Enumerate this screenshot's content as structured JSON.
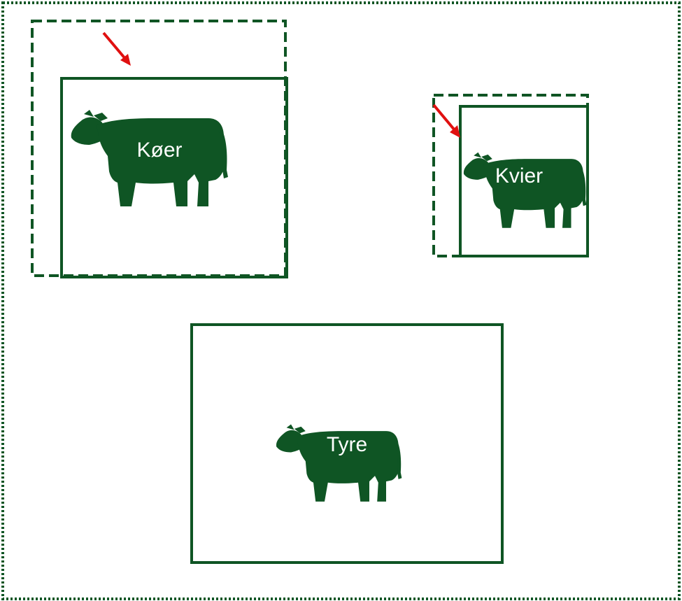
{
  "colors": {
    "primary": "#0f5524",
    "arrow": "#e01010",
    "label_text": "#ffffff",
    "background": "#ffffff"
  },
  "groups": [
    {
      "id": "koer",
      "label": "Køer",
      "icon": "cow-icon",
      "has_previous_outline": true,
      "has_arrow": true
    },
    {
      "id": "kvier",
      "label": "Kvier",
      "icon": "heifer-icon",
      "has_previous_outline": true,
      "has_arrow": true
    },
    {
      "id": "tyre",
      "label": "Tyre",
      "icon": "bull-icon",
      "has_previous_outline": false,
      "has_arrow": false
    }
  ]
}
